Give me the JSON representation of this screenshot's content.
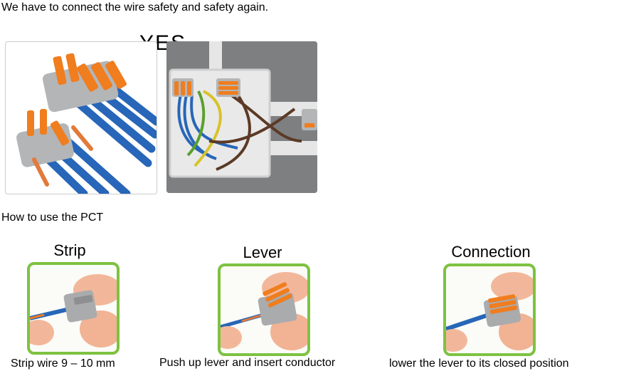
{
  "headline": "We have to connect the wire safety and safety again.",
  "overlay": "YES",
  "section_title": "How to use the PCT",
  "steps": [
    {
      "title": "Strip",
      "caption": "Strip wire 9 – 10 mm"
    },
    {
      "title": "Lever",
      "caption": "Push up lever and insert conductor"
    },
    {
      "title": "Connection",
      "caption": "lower the lever to its closed position"
    }
  ],
  "colors": {
    "frame_green": "#7dc241",
    "lever_orange": "#f07d1e",
    "wire_blue": "#2766b8",
    "connector_grey": "#a9abad"
  }
}
